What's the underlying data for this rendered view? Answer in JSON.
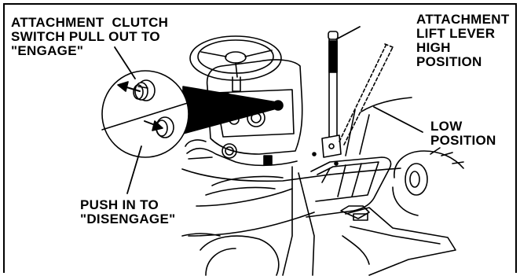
{
  "callouts": {
    "clutch_pull": "ATTACHMENT  CLUTCH\nSWITCH PULL OUT TO\n\"ENGAGE\"",
    "clutch_push": "PUSH IN TO\n\"DISENGAGE\"",
    "lever_high": "ATTACHMENT\nLIFT LEVER\nHIGH\nPOSITION",
    "lever_low": "LOW\nPOSITION"
  },
  "colors": {
    "ink": "#000000",
    "paper": "#ffffff"
  }
}
